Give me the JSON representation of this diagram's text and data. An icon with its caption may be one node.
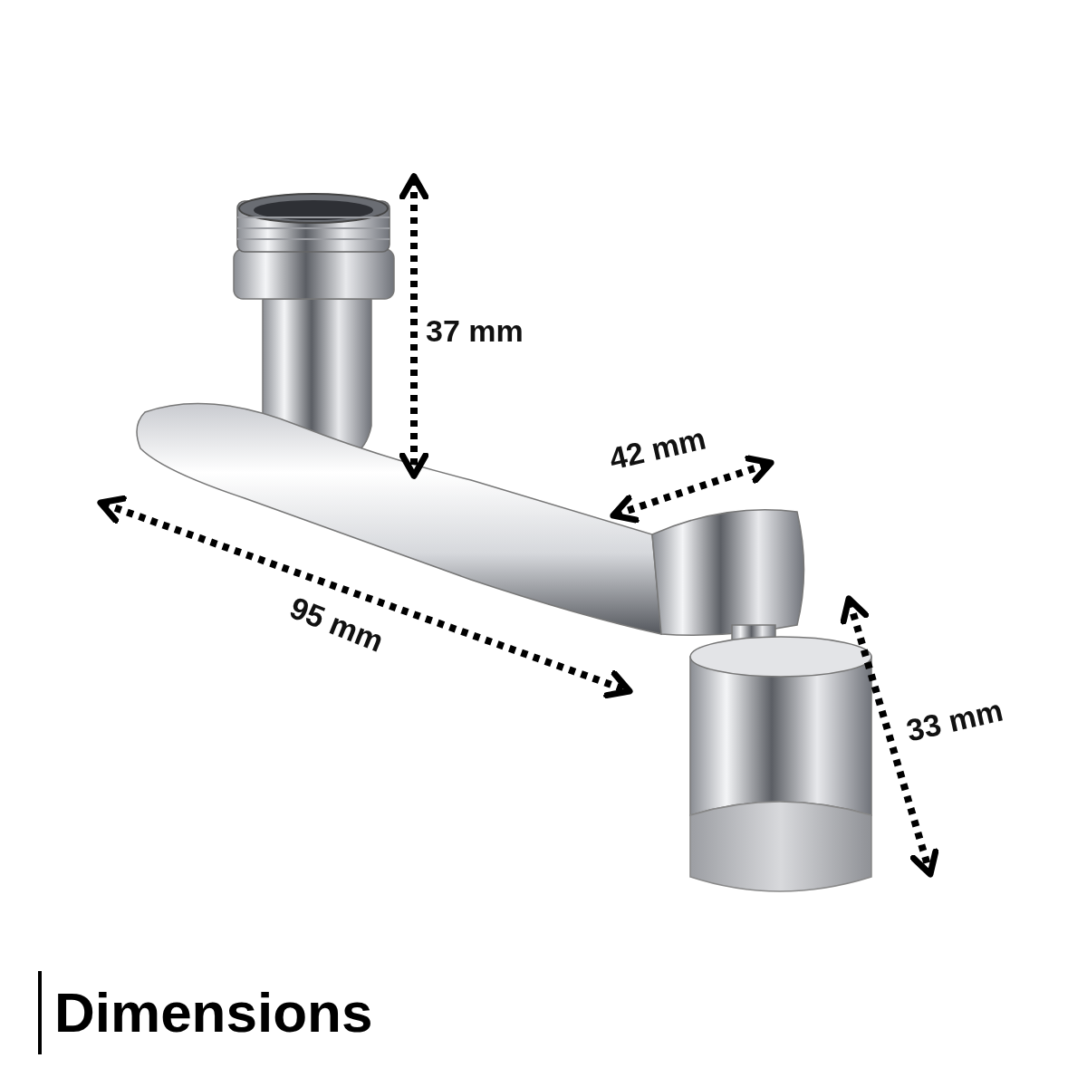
{
  "diagram": {
    "title": "Dimensions",
    "labels": [
      "37 mm",
      "42 mm",
      "95 mm",
      "33 mm"
    ]
  }
}
